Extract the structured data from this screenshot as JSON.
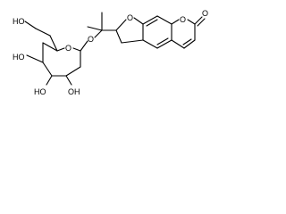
{
  "molecule": {
    "atom_labels": {
      "ring_oxygen_sugar": "O",
      "glycosidic_oxygen": "O",
      "furan_oxygen": "O",
      "lactone_ring_oxygen": "O",
      "carbonyl_oxygen": "O",
      "hydroxymethyl": "HO",
      "hydroxyl_c4": "HO",
      "hydroxyl_c3": "HO",
      "hydroxyl_c2": "OH"
    }
  }
}
